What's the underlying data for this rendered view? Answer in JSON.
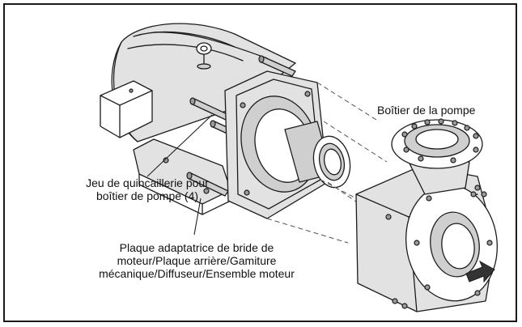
{
  "labels": {
    "pump_housing": "Boîtier de la pompe",
    "hardware_kit_line1": "Jeu de quincaillerie pour",
    "hardware_kit_line2": "boîtier de pompe (4)",
    "assembly_line1": "Plaque adaptatrice de bride de",
    "assembly_line2": "moteur/Plaque arrière/Gamiture",
    "assembly_line3": "mécanique/Diffuseur/Ensemble moteur"
  },
  "colors": {
    "line": "#1c1c1c",
    "frame": "#1a1a1a",
    "light_fill": "#e2e2e2",
    "mid_fill": "#cfcfcf",
    "arrow": "#333333"
  },
  "icons": [
    "eye-bolt-icon",
    "flow-direction-arrow-icon"
  ]
}
